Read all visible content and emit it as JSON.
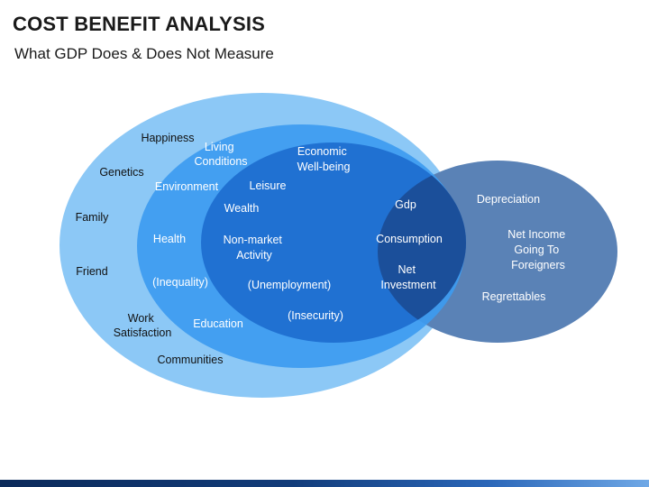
{
  "header": {
    "title": "COST BENEFIT ANALYSIS",
    "subtitle": "What GDP Does & Does Not Measure"
  },
  "colors": {
    "outer_circle": "#8cc8f6",
    "middle_circle": "#3d9bf0",
    "inner_circle": "#1f6fd0",
    "right_circle": "#5a82b6",
    "overlap": "#1b4f9a"
  },
  "outer_labels": [
    [
      "Happiness"
    ],
    [
      "Genetics"
    ],
    [
      "Family"
    ],
    [
      "Friend"
    ],
    [
      "Work",
      "Satisfaction"
    ],
    [
      "Communities"
    ]
  ],
  "middle_labels": [
    [
      "Living",
      "Conditions"
    ],
    [
      "Environment"
    ],
    [
      "Health"
    ],
    [
      "(Inequality)"
    ],
    [
      "Education"
    ]
  ],
  "inner_labels": [
    [
      "Economic",
      "Well-being"
    ],
    [
      "Leisure"
    ],
    [
      "Wealth"
    ],
    [
      "Non-market",
      "Activity"
    ],
    [
      "(Unemployment)"
    ],
    [
      "(Insecurity)"
    ]
  ],
  "overlap_labels": [
    [
      "Gdp"
    ],
    [
      "Consumption"
    ],
    [
      "Net",
      "Investment"
    ]
  ],
  "right_labels": [
    [
      "Depreciation"
    ],
    [
      "Net Income",
      "Going To",
      "Foreigners"
    ],
    [
      "Regrettables"
    ]
  ]
}
